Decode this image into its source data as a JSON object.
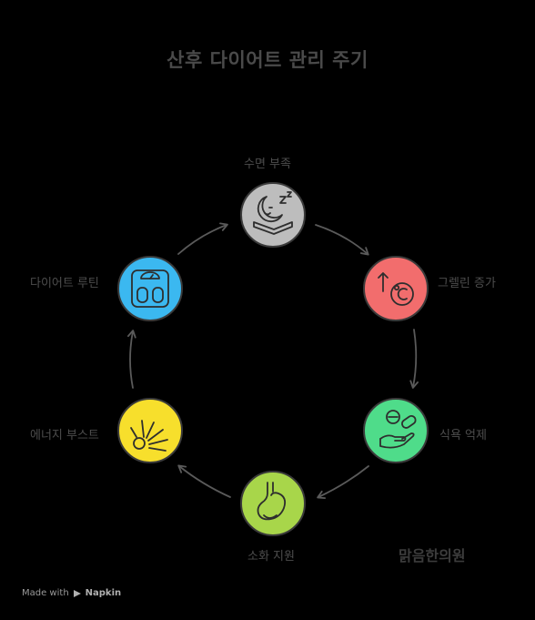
{
  "title": "산후 다이어트 관리 주기",
  "nodes": [
    {
      "id": "sleep",
      "label": "수면 부족",
      "color": "#bdbdbd",
      "icon": "sleep-moon-icon"
    },
    {
      "id": "ghrelin",
      "label": "그렐린 증가",
      "color": "#f26d6d",
      "icon": "ghrelin-up-icon"
    },
    {
      "id": "appetite",
      "label": "식욕 억제",
      "color": "#4fdc8a",
      "icon": "pill-hand-icon"
    },
    {
      "id": "digestion",
      "label": "소화 지원",
      "color": "#a8d64a",
      "icon": "stomach-icon"
    },
    {
      "id": "energy",
      "label": "에너지 부스트",
      "color": "#f7df2c",
      "icon": "energy-burst-icon"
    },
    {
      "id": "routine",
      "label": "다이어트 루틴",
      "color": "#3bb8f0",
      "icon": "scale-icon"
    }
  ],
  "watermark": "맑음한의원",
  "footer": {
    "made_with": "Made with",
    "brand": "Napkin"
  }
}
